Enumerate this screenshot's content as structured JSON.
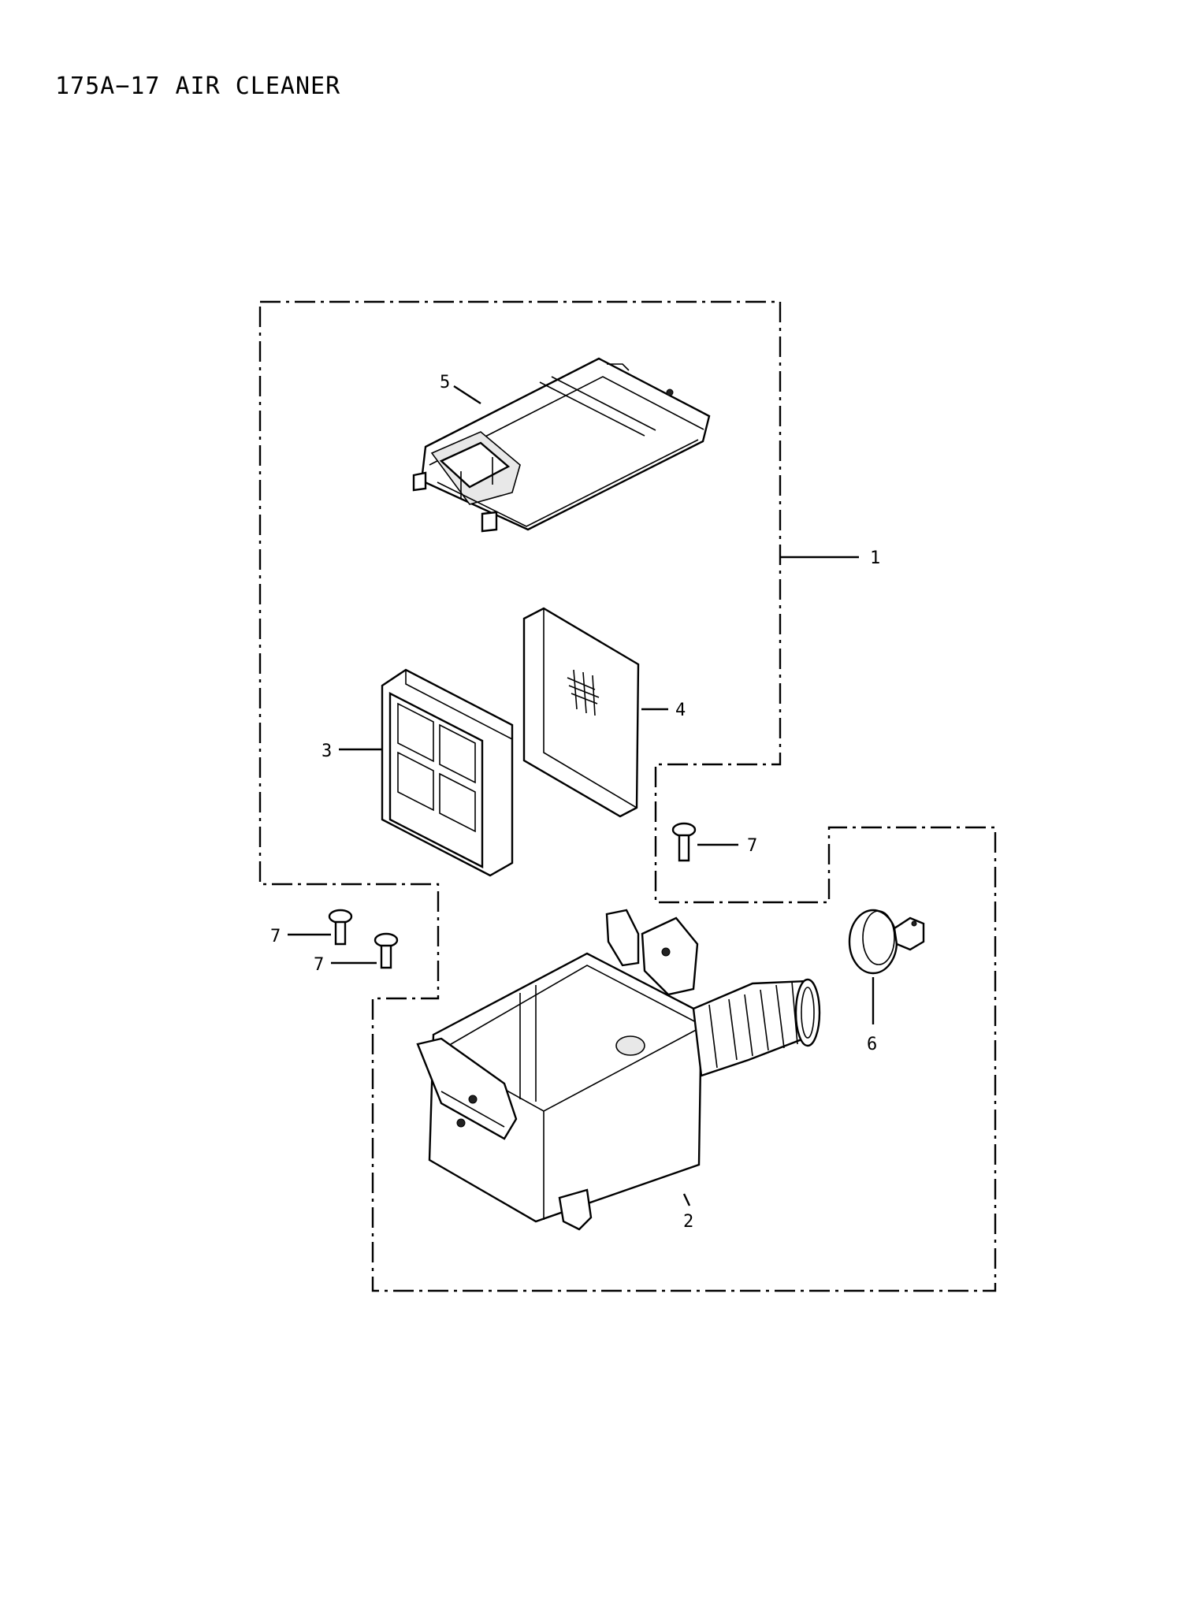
{
  "diagram": {
    "title": "175A−17 AIR CLEANER",
    "callouts": {
      "c1": "1",
      "c2": "2",
      "c3": "3",
      "c4": "4",
      "c5": "5",
      "c6": "6",
      "c7a": "7",
      "c7b": "7",
      "c7c": "7"
    }
  }
}
